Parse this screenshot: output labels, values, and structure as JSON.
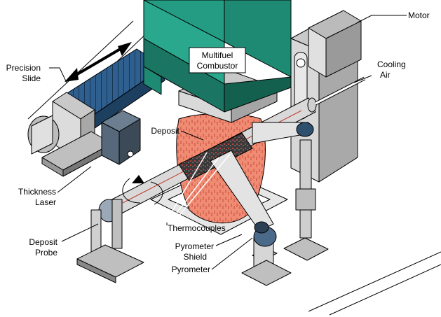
{
  "labels": {
    "combustor_line1": "Multifuel",
    "combustor_line2": "Combustor",
    "motor": "Motor",
    "precision_line1": "Precision",
    "precision_line2": "Slide",
    "cooling_line1": "Cooling",
    "cooling_line2": "Air",
    "deposit": "Deposit",
    "thickness_line1": "Thickness",
    "thickness_line2": "Laser",
    "deposit_probe_line1": "Deposit",
    "deposit_probe_line2": "Probe",
    "thermocouples": "Thermocouples",
    "pyrometer_line1": "Pyrometer",
    "pyrometer_line2": "Shield",
    "pyrometer_line3": "Pyrometer"
  },
  "colors": {
    "combustor_green": "#1f8a74",
    "slide_blue": "#2f5f8f",
    "flame_red": "#f08c74",
    "metal_gray": "#c9c9c9",
    "dark_metal": "#7a7a7a"
  }
}
